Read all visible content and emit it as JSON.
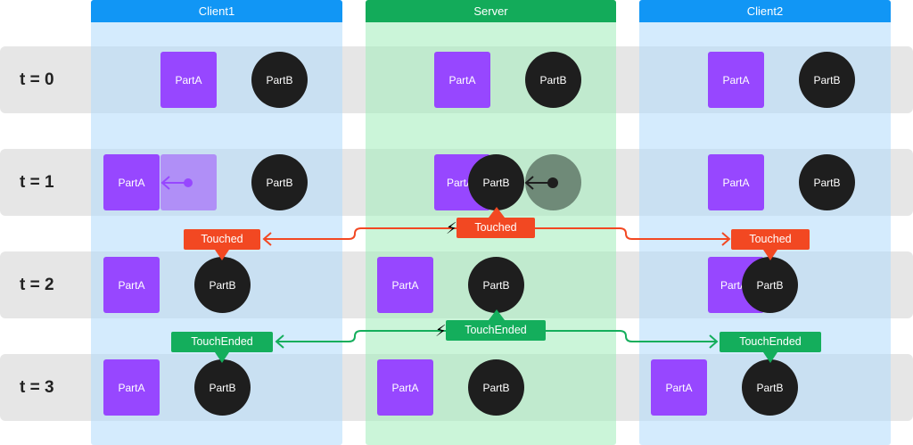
{
  "rows": [
    {
      "label": "t = 0"
    },
    {
      "label": "t = 1"
    },
    {
      "label": "t = 2"
    },
    {
      "label": "t = 3"
    }
  ],
  "columns": [
    {
      "title": "Client1",
      "color": "#1196f5"
    },
    {
      "title": "Server",
      "color": "#13ab5a"
    },
    {
      "title": "Client2",
      "color": "#1196f5"
    }
  ],
  "parts": {
    "a": "PartA",
    "b": "PartB"
  },
  "events": {
    "touched": {
      "label": "Touched",
      "color": "#f24822"
    },
    "touch_ended": {
      "label": "TouchEnded",
      "color": "#14ae5c"
    }
  },
  "icons": {
    "event_source": "lightning-bolt-icon"
  }
}
